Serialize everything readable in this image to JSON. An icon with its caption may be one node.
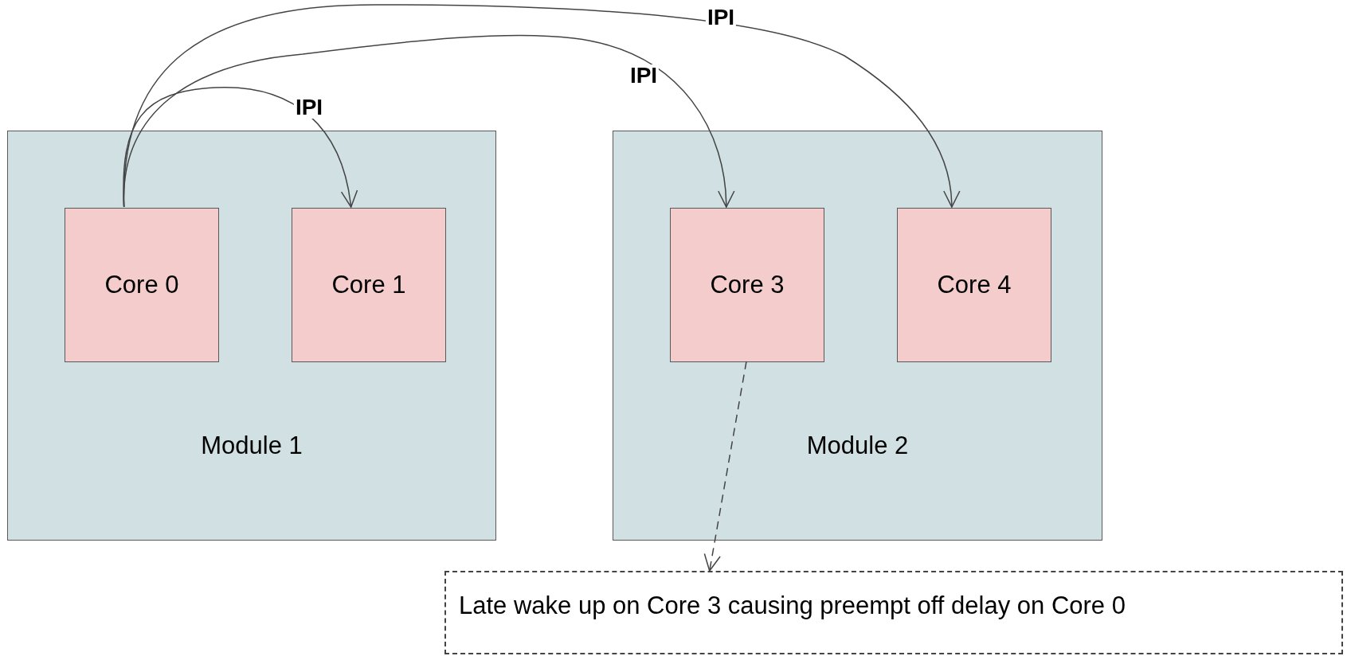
{
  "diagram": {
    "nodes": [
      {
        "text": [
          "Module 1"
        ]
      },
      {
        "text": [
          "Core 0"
        ],
        "in": 0
      },
      {
        "text": [
          "Core 1"
        ],
        "in": 0
      },
      {
        "text": [
          "Module 2"
        ]
      },
      {
        "text": [
          "Core 3"
        ],
        "in": 3
      },
      {
        "text": [
          "Core 4"
        ],
        "in": 3
      },
      {
        "text": [
          "Late wake up on Core 3 causing preempt off delay on Core 0"
        ]
      }
    ],
    "edges": [
      {
        "from": 1,
        "to": 2,
        "arrow": "to",
        "label": "IPI"
      },
      {
        "from": 1,
        "to": 4,
        "arrow": "to",
        "label": "IPI"
      },
      {
        "from": 1,
        "to": 5,
        "arrow": "to",
        "label": "IPI"
      },
      {
        "from": 4,
        "to": 6,
        "arrow": "to",
        "style": "dashed"
      }
    ]
  }
}
